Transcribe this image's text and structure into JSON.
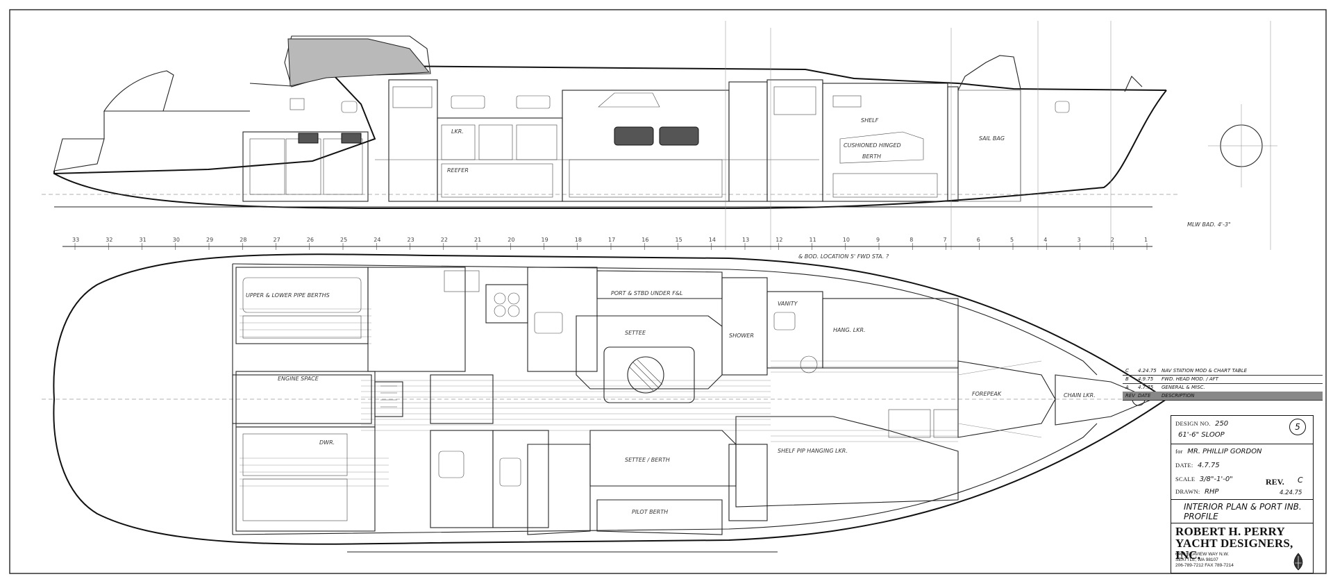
{
  "title_block": {
    "design_no_label": "DESIGN NO.",
    "design_no_value": "250",
    "vessel": "61'-6\" SLOOP",
    "client_label": "for",
    "client_value": "MR. PHILLIP GORDON",
    "date_label": "DATE:",
    "date_value": "4.7.75",
    "scale_label": "SCALE",
    "scale_value": "3/8\"-1'-0\"",
    "rev_label": "REV.",
    "rev_value": "C",
    "rev_date": "4.24.75",
    "drawn_label": "DRAWN:",
    "drawn_value": "RHP",
    "sheet_number": "5",
    "sheet_title": "INTERIOR PLAN & PORT INB. PROFILE",
    "firm_name_line1": "ROBERT H. PERRY",
    "firm_name_line2": "YACHT DESIGNERS, INC.",
    "address_line1": "6400 SEAVIEW WAY N.W.",
    "address_line2": "SEATTLE, WA 98107",
    "address_line3": "206-789-7212  FAX 789-7214"
  },
  "revisions": {
    "rows": [
      {
        "rev": "C",
        "date": "4.24.75",
        "desc": "NAV STATION MOD & CHART TABLE"
      },
      {
        "rev": "B",
        "date": "4.9.75",
        "desc": "FWD. HEAD MOD. / AFT"
      },
      {
        "rev": "A",
        "date": "4.7.75",
        "desc": "GENERAL & MISC."
      }
    ],
    "header": {
      "rev": "REV",
      "date": "DATE",
      "desc": "DESCRIPTION"
    }
  },
  "stations": [
    "33",
    "32",
    "31",
    "30",
    "29",
    "28",
    "27",
    "26",
    "25",
    "24",
    "23",
    "22",
    "21",
    "20",
    "19",
    "18",
    "17",
    "16",
    "15",
    "14",
    "13",
    "12",
    "11",
    "10",
    "9",
    "8",
    "7",
    "6",
    "5",
    "4",
    "3",
    "2",
    "1"
  ],
  "annotations": {
    "profile_sail_bag": "SAIL BAG",
    "profile_berth": "BERTH",
    "profile_shelf": "SHELF",
    "profile_lkr": "LKR.",
    "profile_cushioned_hinged": "CUSHIONED HINGED",
    "profile_reefer": "REEFER",
    "plan_upper_lower_pipe_berths": "UPPER & LOWER PIPE BERTHS",
    "plan_engine_space": "ENGINE SPACE",
    "plan_settee": "SETTEE",
    "plan_settee_berth": "SETTEE / BERTH",
    "plan_port_stbd_under": "PORT & STBD UNDER F&L",
    "plan_pilot_berth": "PILOT BERTH",
    "plan_shower": "SHOWER",
    "plan_forepeak": "FOREPEAK",
    "plan_chain_lkr": "CHAIN LKR.",
    "plan_shelf_pipe": "SHELF PIP HANGING LKR.",
    "plan_hanging_lkr": "HANG. LKR.",
    "plan_vanity": "VANITY",
    "plan_dwr": "DWR.",
    "profile_grid_note": "MLW BAD. 4'-3\"",
    "profile_bottom_note": "& BOD. LOCATION 5' FWD STA. ?"
  }
}
